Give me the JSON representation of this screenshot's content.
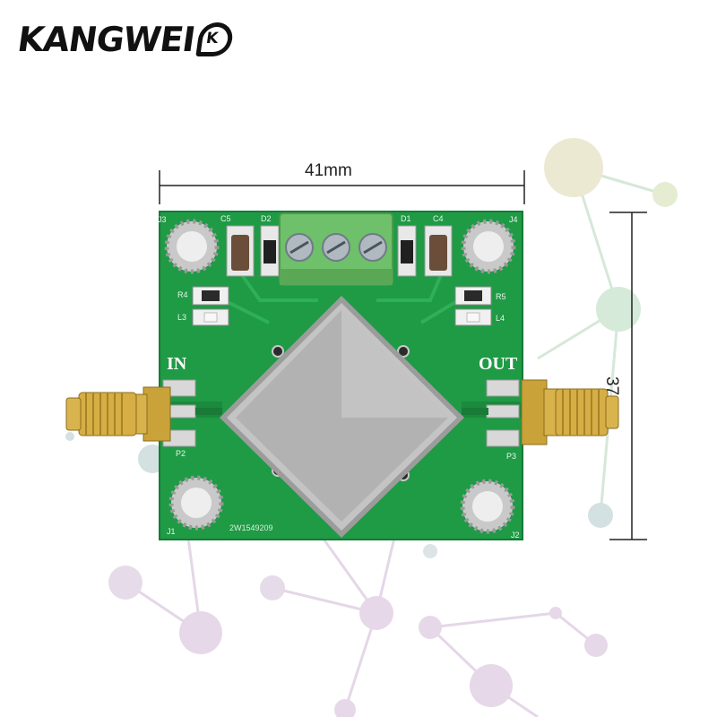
{
  "brand": {
    "logo_text": "KANGWEI",
    "logo_mark": "K"
  },
  "dimensions": {
    "width_label": "41mm",
    "height_label": "37mm"
  },
  "board": {
    "port_in_label": "IN",
    "port_out_label": "OUT",
    "serial": "2W1549209",
    "refs": {
      "j1": "J1",
      "j2": "J2",
      "j3": "J3",
      "j4": "J4",
      "c4": "C4",
      "c5": "C5",
      "d1": "D1",
      "d2": "D2",
      "r4": "R4",
      "r5": "R5",
      "l3": "L3",
      "l4": "L4",
      "p2": "P2",
      "p3": "P3"
    }
  },
  "colors": {
    "pcb_green": "#1f9a45",
    "terminal_green": "#6ec06a",
    "sma_gold": "#c9a23a",
    "shield_silver": "#b8b8b8"
  }
}
